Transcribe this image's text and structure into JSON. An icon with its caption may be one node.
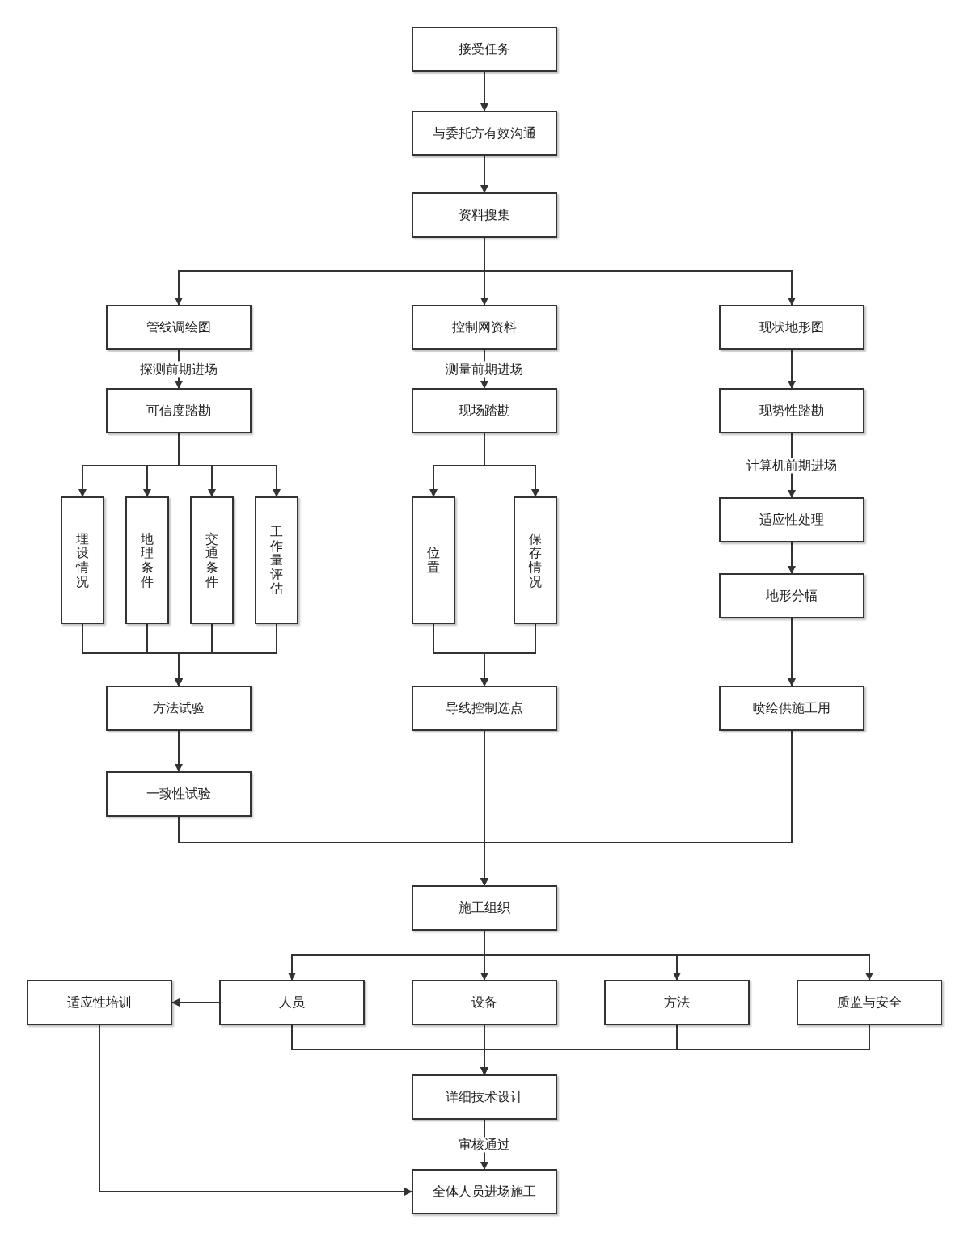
{
  "diagram": {
    "nodes": [
      {
        "text": [
          "接受任务"
        ]
      },
      {
        "text": [
          "与委托方有效沟通"
        ]
      },
      {
        "text": [
          "资料搜集"
        ]
      },
      {
        "text": [
          "管线调绘图"
        ]
      },
      {
        "text": [
          "控制网资料"
        ]
      },
      {
        "text": [
          "现状地形图"
        ]
      },
      {
        "text": [
          "可信度踏勘"
        ]
      },
      {
        "text": [
          "现场踏勘"
        ]
      },
      {
        "text": [
          "现势性踏勘"
        ]
      },
      {
        "text": [
          "埋设情况"
        ]
      },
      {
        "text": [
          "地理条件"
        ]
      },
      {
        "text": [
          "交通条件"
        ]
      },
      {
        "text": [
          "工作量评估"
        ]
      },
      {
        "text": [
          "位置"
        ]
      },
      {
        "text": [
          "保存情况"
        ]
      },
      {
        "text": [
          "适应性处理"
        ]
      },
      {
        "text": [
          "地形分幅"
        ]
      },
      {
        "text": [
          "方法试验"
        ]
      },
      {
        "text": [
          "导线控制选点"
        ]
      },
      {
        "text": [
          "喷绘供施工用"
        ]
      },
      {
        "text": [
          "一致性试验"
        ]
      },
      {
        "text": [
          "施工组织"
        ]
      },
      {
        "text": [
          "适应性培训"
        ]
      },
      {
        "text": [
          "人员"
        ]
      },
      {
        "text": [
          "设备"
        ]
      },
      {
        "text": [
          "方法"
        ]
      },
      {
        "text": [
          "质监与安全"
        ]
      },
      {
        "text": [
          "详细技术设计"
        ]
      },
      {
        "text": [
          "全体人员进场施工"
        ]
      }
    ],
    "edges": [
      {
        "from": 0,
        "to": 1,
        "arrow": "to"
      },
      {
        "from": 1,
        "to": 2,
        "arrow": "to"
      },
      {
        "from": 2,
        "to": 3,
        "arrow": "to"
      },
      {
        "from": 2,
        "to": 4,
        "arrow": "to"
      },
      {
        "from": 2,
        "to": 5,
        "arrow": "to"
      },
      {
        "from": 3,
        "to": 6,
        "arrow": "to",
        "label": "探测前期进场"
      },
      {
        "from": 4,
        "to": 7,
        "arrow": "to",
        "label": "测量前期进场"
      },
      {
        "from": 5,
        "to": 8,
        "arrow": "to"
      },
      {
        "from": 6,
        "to": 9,
        "arrow": "to"
      },
      {
        "from": 6,
        "to": 10,
        "arrow": "to"
      },
      {
        "from": 6,
        "to": 11,
        "arrow": "to"
      },
      {
        "from": 6,
        "to": 12,
        "arrow": "to"
      },
      {
        "from": 7,
        "to": 13,
        "arrow": "to"
      },
      {
        "from": 7,
        "to": 14,
        "arrow": "to"
      },
      {
        "from": 8,
        "to": 15,
        "arrow": "to",
        "label": "计算机前期进场"
      },
      {
        "from": 15,
        "to": 16,
        "arrow": "to"
      },
      {
        "from": 16,
        "to": 19,
        "arrow": "to"
      },
      {
        "from": 9,
        "to": 17,
        "arrow": "to"
      },
      {
        "from": 10,
        "to": 17,
        "arrow": "to"
      },
      {
        "from": 11,
        "to": 17,
        "arrow": "to"
      },
      {
        "from": 12,
        "to": 17,
        "arrow": "to"
      },
      {
        "from": 13,
        "to": 18,
        "arrow": "to"
      },
      {
        "from": 14,
        "to": 18,
        "arrow": "to"
      },
      {
        "from": 17,
        "to": 20,
        "arrow": "to"
      },
      {
        "from": 20,
        "to": 21,
        "arrow": "to"
      },
      {
        "from": 18,
        "to": 21,
        "arrow": "to"
      },
      {
        "from": 19,
        "to": 21,
        "arrow": "to"
      },
      {
        "from": 21,
        "to": 23,
        "arrow": "to"
      },
      {
        "from": 21,
        "to": 24,
        "arrow": "to"
      },
      {
        "from": 21,
        "to": 25,
        "arrow": "to"
      },
      {
        "from": 21,
        "to": 26,
        "arrow": "to"
      },
      {
        "from": 23,
        "to": 22,
        "arrow": "to"
      },
      {
        "from": 23,
        "to": 27,
        "arrow": "to"
      },
      {
        "from": 24,
        "to": 27,
        "arrow": "to"
      },
      {
        "from": 25,
        "to": 27,
        "arrow": "to"
      },
      {
        "from": 26,
        "to": 27,
        "arrow": "to"
      },
      {
        "from": 27,
        "to": 28,
        "arrow": "to",
        "label": "审核通过"
      },
      {
        "from": 22,
        "to": 28,
        "arrow": "to"
      }
    ]
  }
}
